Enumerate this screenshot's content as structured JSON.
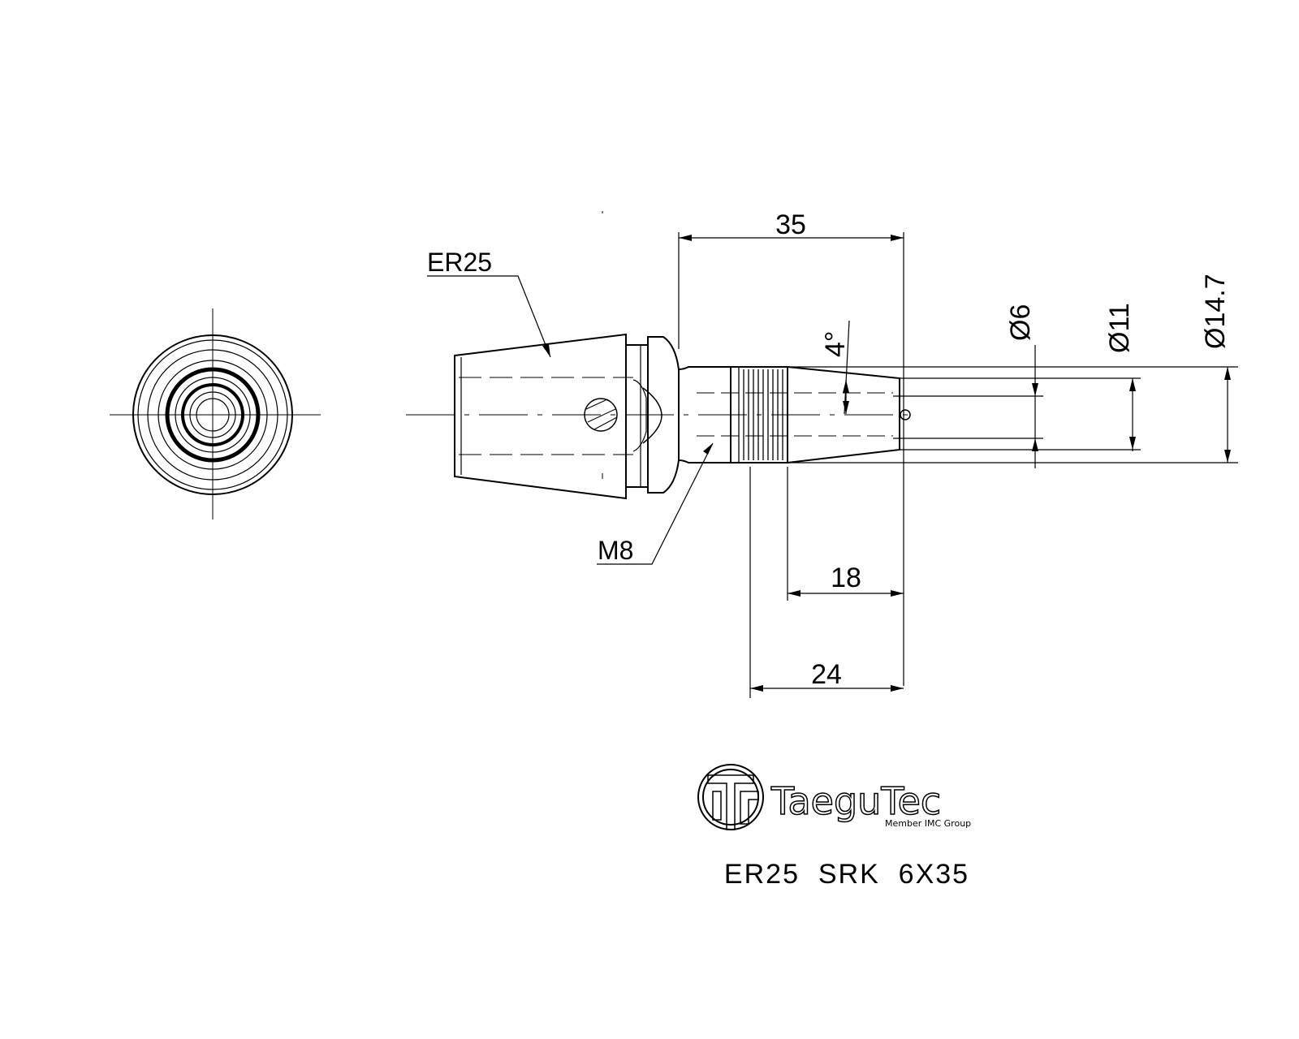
{
  "labels": {
    "collet": "ER25",
    "thread": "M8",
    "angle": "4°"
  },
  "dimensions": {
    "overall_length": "35",
    "taper_length": "18",
    "thread_to_end": "24",
    "bore_dia": "Ø6",
    "nose_dia": "Ø11",
    "max_dia": "Ø14.7"
  },
  "brand": {
    "name": "TaeguTec",
    "tagline": "Member IMC Group"
  },
  "part_number": "ER25  SRK  6X35"
}
